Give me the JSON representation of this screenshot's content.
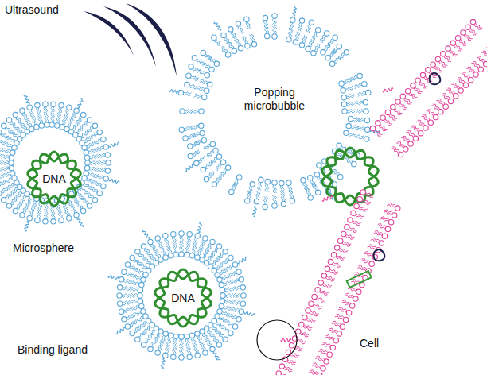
{
  "diagram": {
    "labels": [
      "Ultrasound",
      "Popping microbubble",
      "DNA",
      "Microsphere",
      "DNA",
      "Binding ligand",
      "Cell"
    ]
  }
}
